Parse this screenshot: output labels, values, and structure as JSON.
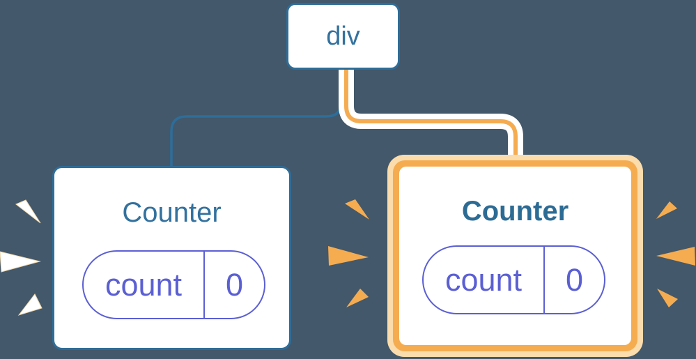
{
  "diagram_title": "react-state-tree-diagram",
  "colors": {
    "background": "#43586A",
    "blue_border": "#2E6D99",
    "blue_text": "#33719E",
    "blue_text_bold": "#2C6B94",
    "purple": "#5B5FD3",
    "orange": "#F5AC51",
    "orange_light": "#FBDCAC",
    "white": "#FFFFFF",
    "sparkle_white_stroke": "#F0D8AE"
  },
  "tree": {
    "root": {
      "label": "div"
    },
    "children": [
      {
        "title": "Counter",
        "highlighted": false,
        "state": {
          "name": "count",
          "value": "0"
        }
      },
      {
        "title": "Counter",
        "highlighted": true,
        "state": {
          "name": "count",
          "value": "0"
        }
      }
    ]
  },
  "decorations": {
    "left_sparkles": "white sparkle burst (3 rays) beside left counter",
    "inner_sparkles": "orange sparkle burst (3 rays) left of highlighted counter",
    "right_sparkles": "orange sparkle burst (3 rays) right of highlighted counter"
  }
}
